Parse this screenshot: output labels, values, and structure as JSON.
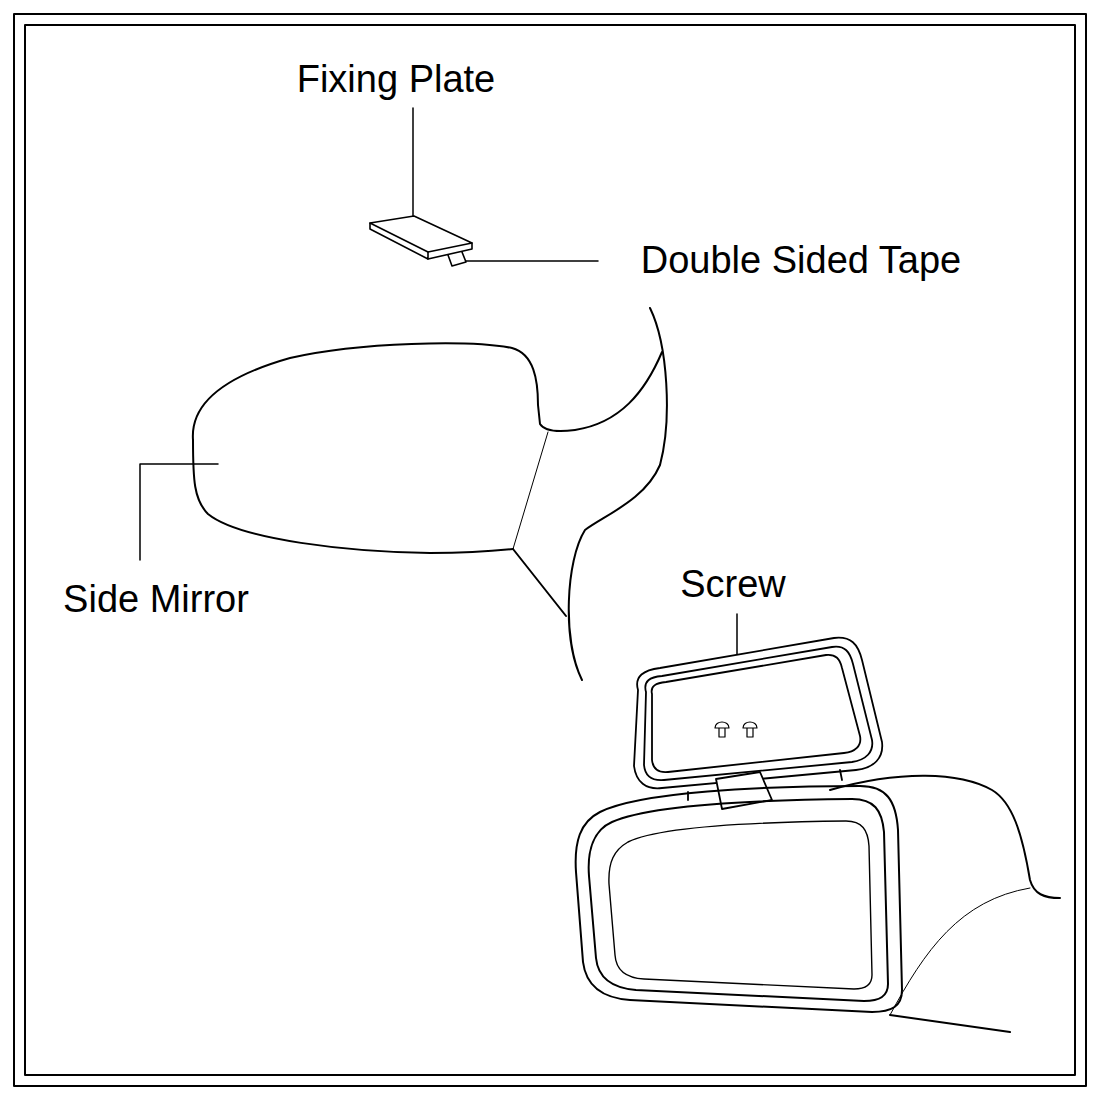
{
  "diagram": {
    "labels": [
      "Fixing Plate",
      "Double Sided Tape",
      "Side Mirror",
      "Screw"
    ]
  }
}
